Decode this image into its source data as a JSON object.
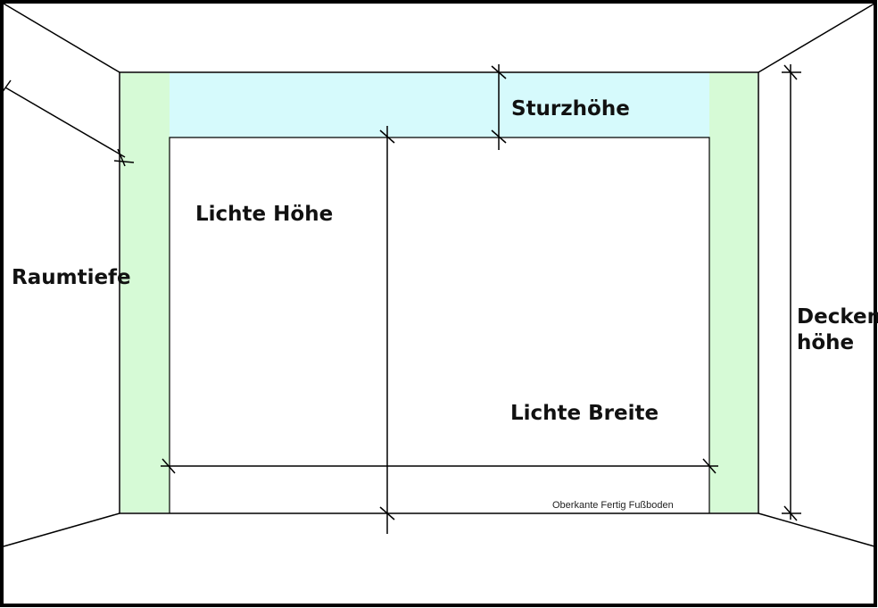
{
  "labels": {
    "sturzhoehe": "Sturzhöhe",
    "lichte_hoehe": "Lichte Höhe",
    "raumtiefe": "Raumtiefe",
    "deckenhoehe_line1": "Decken-",
    "deckenhoehe_line2": "höhe",
    "lichte_breite": "Lichte Breite",
    "fussboden": "Oberkante Fertig Fußboden"
  },
  "colors": {
    "frame": "#000000",
    "sturz_fill": "#d6fafc",
    "wall_fill": "#d6fad6",
    "background": "#ffffff"
  }
}
